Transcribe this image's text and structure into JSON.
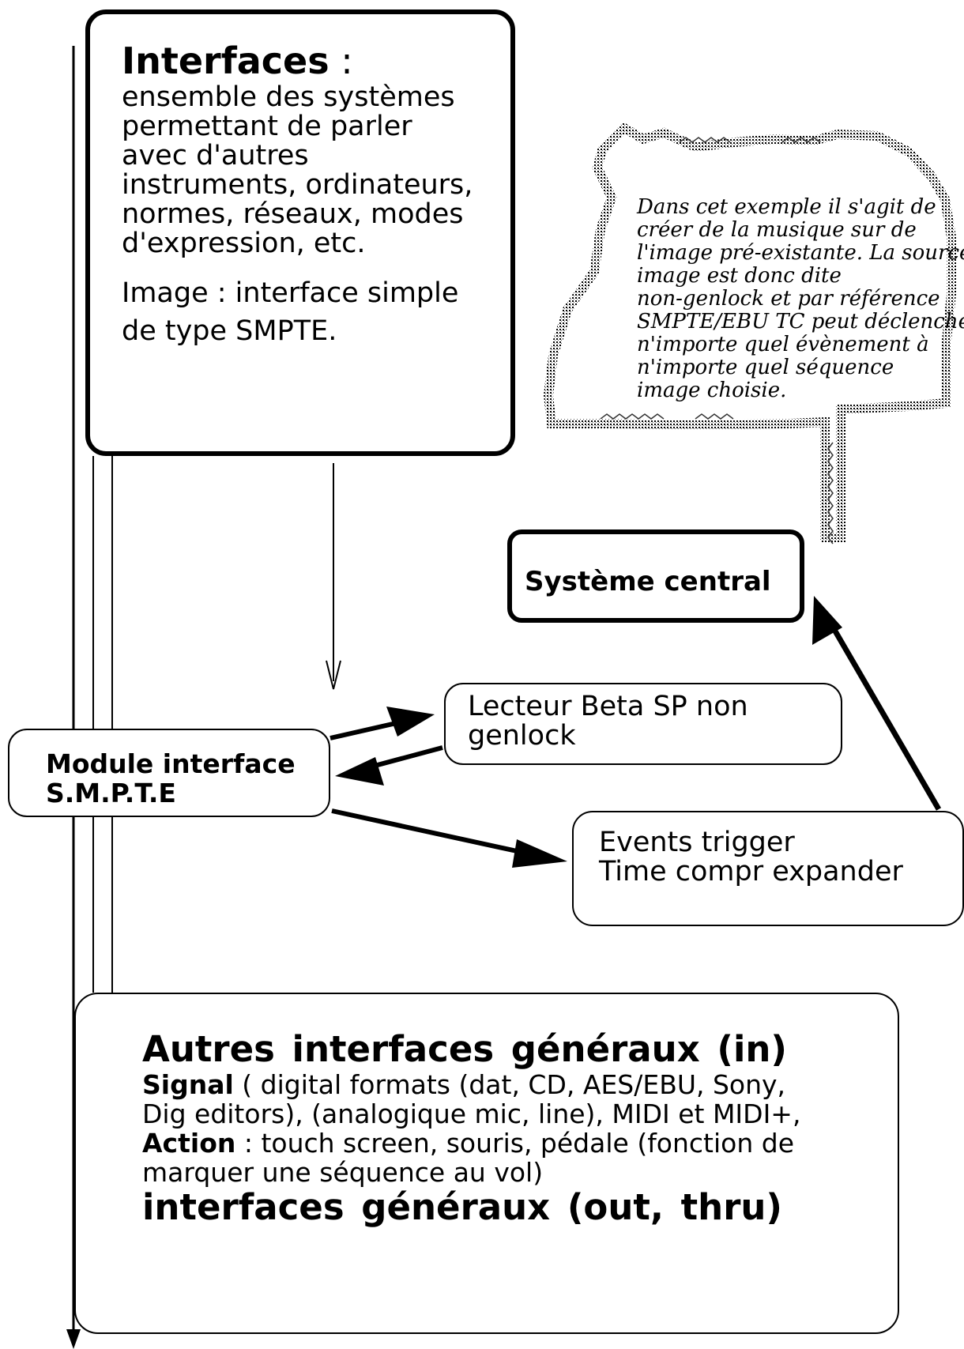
{
  "interfaces_box": {
    "title": "Interfaces",
    "title_colon": " :",
    "description_lines": [
      "ensemble des systèmes",
      "permettant de parler",
      "avec d'autres",
      "instruments, ordinateurs,",
      "normes, réseaux, modes",
      "d'expression, etc."
    ],
    "image_lines": [
      "Image : interface simple",
      "de type SMPTE."
    ]
  },
  "note": {
    "lines": [
      "Dans cet exemple il s'agit de",
      "créer de la musique sur de",
      "l'image pré-existante. La source",
      "image est donc dite",
      "non-genlock et par référence",
      "SMPTE/EBU TC peut déclencher",
      "n'importe quel évènement à",
      "n'importe quel séquence",
      "image choisie."
    ]
  },
  "central_box": {
    "label": "Système central"
  },
  "lecteur_box": {
    "lines": [
      "Lecteur Beta SP non",
      "genlock"
    ]
  },
  "module_box": {
    "lines": [
      "Module interface",
      "S.M.P.T.E"
    ]
  },
  "events_box": {
    "lines": [
      "Events trigger",
      "Time compr expander"
    ]
  },
  "autres_box": {
    "heading_in": "Autres interfaces généraux (in)",
    "signal_label": "Signal",
    "signal_text_1": " ( digital formats (dat, CD, AES/EBU, Sony,",
    "signal_text_2": "Dig editors), (analogique mic, line), MIDI et MIDI+,",
    "action_label": "Action",
    "action_text_1": " : touch screen, souris, pédale (fonction de",
    "action_text_2": "marquer une séquence au vol)",
    "heading_out": "interfaces généraux (out, thru)"
  }
}
